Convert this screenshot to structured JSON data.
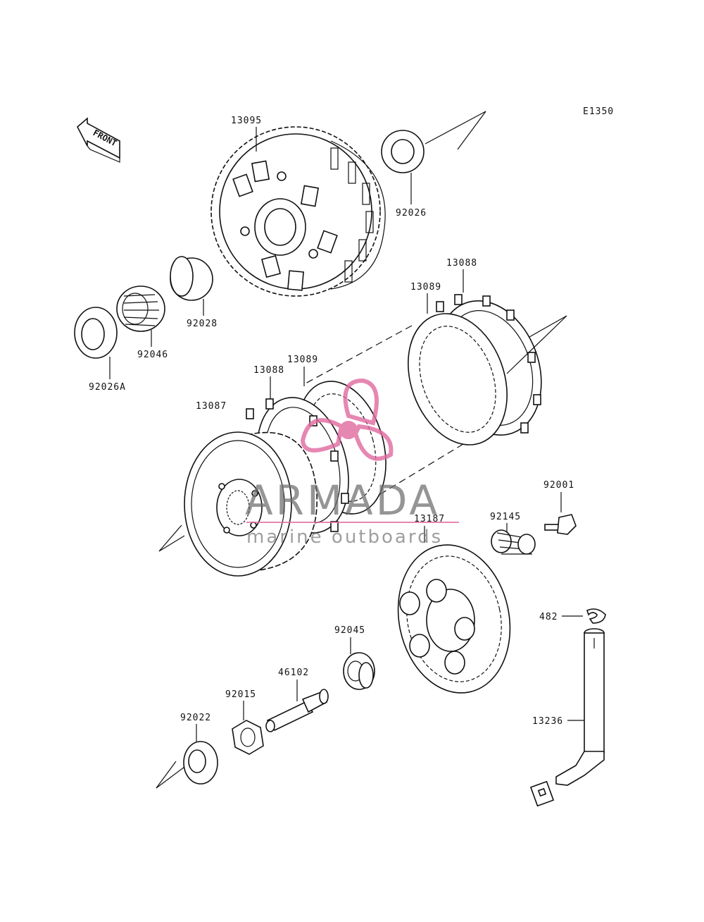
{
  "diagram_code": "E1350",
  "front_label": "FRONT",
  "parts": {
    "p13095": "13095",
    "p92026": "92026",
    "p92028": "92028",
    "p92046": "92046",
    "p92026A": "92026A",
    "p13088_top": "13088",
    "p13089_top": "13089",
    "p13089_mid": "13089",
    "p13088_mid": "13088",
    "p13087": "13087",
    "p92001": "92001",
    "p92145": "92145",
    "p13187": "13187",
    "p482": "482",
    "p92045": "92045",
    "p46102": "46102",
    "p92015": "92015",
    "p92022": "92022",
    "p13236": "13236"
  },
  "watermark": {
    "brand": "ARMADA",
    "tagline": "marine outboards",
    "accent_color": "#e06aa0"
  }
}
